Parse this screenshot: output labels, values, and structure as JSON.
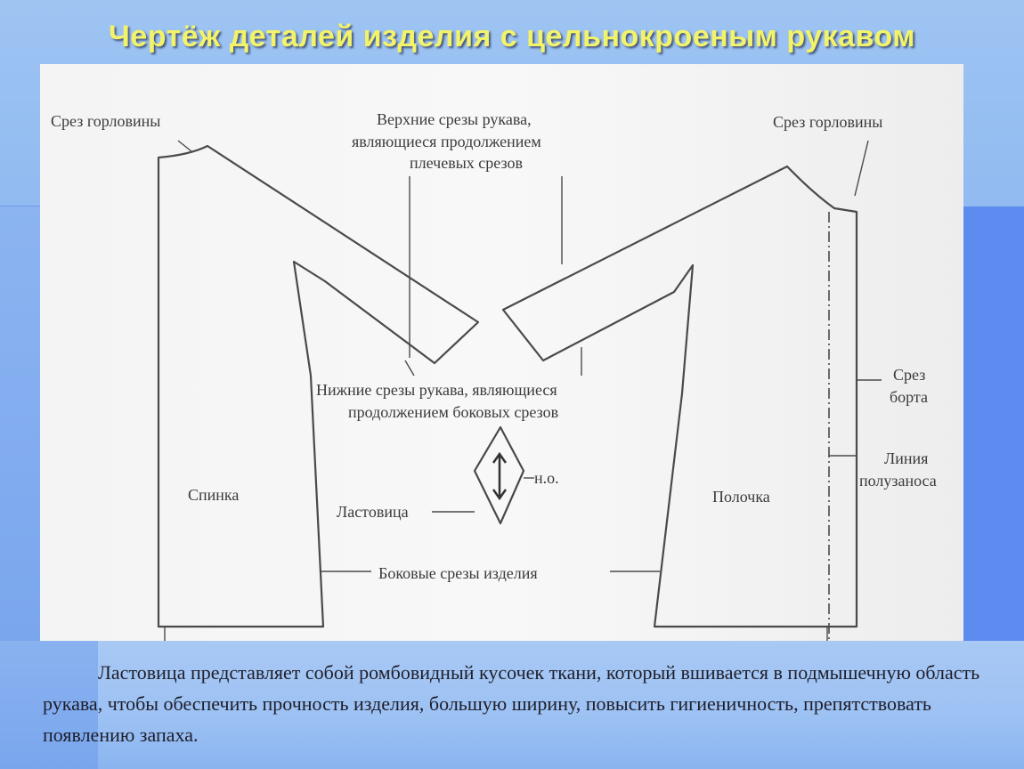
{
  "title": "Чертёж деталей изделия с цельнокроеным рукавом",
  "labels": {
    "neck_left": "Срез горловины",
    "neck_right": "Срез горловины",
    "upper_sleeve_line1": "Верхние срезы рукава,",
    "upper_sleeve_line2": "являющиеся продолжением",
    "upper_sleeve_line3": "плечевых срезов",
    "lower_sleeve_line1": "Нижние срезы рукава, являющиеся",
    "lower_sleeve_line2": "продолжением боковых срезов",
    "grain": "н.о.",
    "gusset": "Ластовица",
    "back": "Спинка",
    "front": "Полочка",
    "side_seams": "Боковые срезы изделия",
    "edge_line1": "Срез",
    "edge_line2": "борта",
    "overlap_line1": "Линия",
    "overlap_line2": "полузаноса"
  },
  "description": "Ластовица представляет собой ромбовидный кусочек ткани, который вшивается в подмышечную область рукава, чтобы обеспечить прочность изделия, большую ширину, повысить гигиеничность, препятствовать появлению запаха."
}
